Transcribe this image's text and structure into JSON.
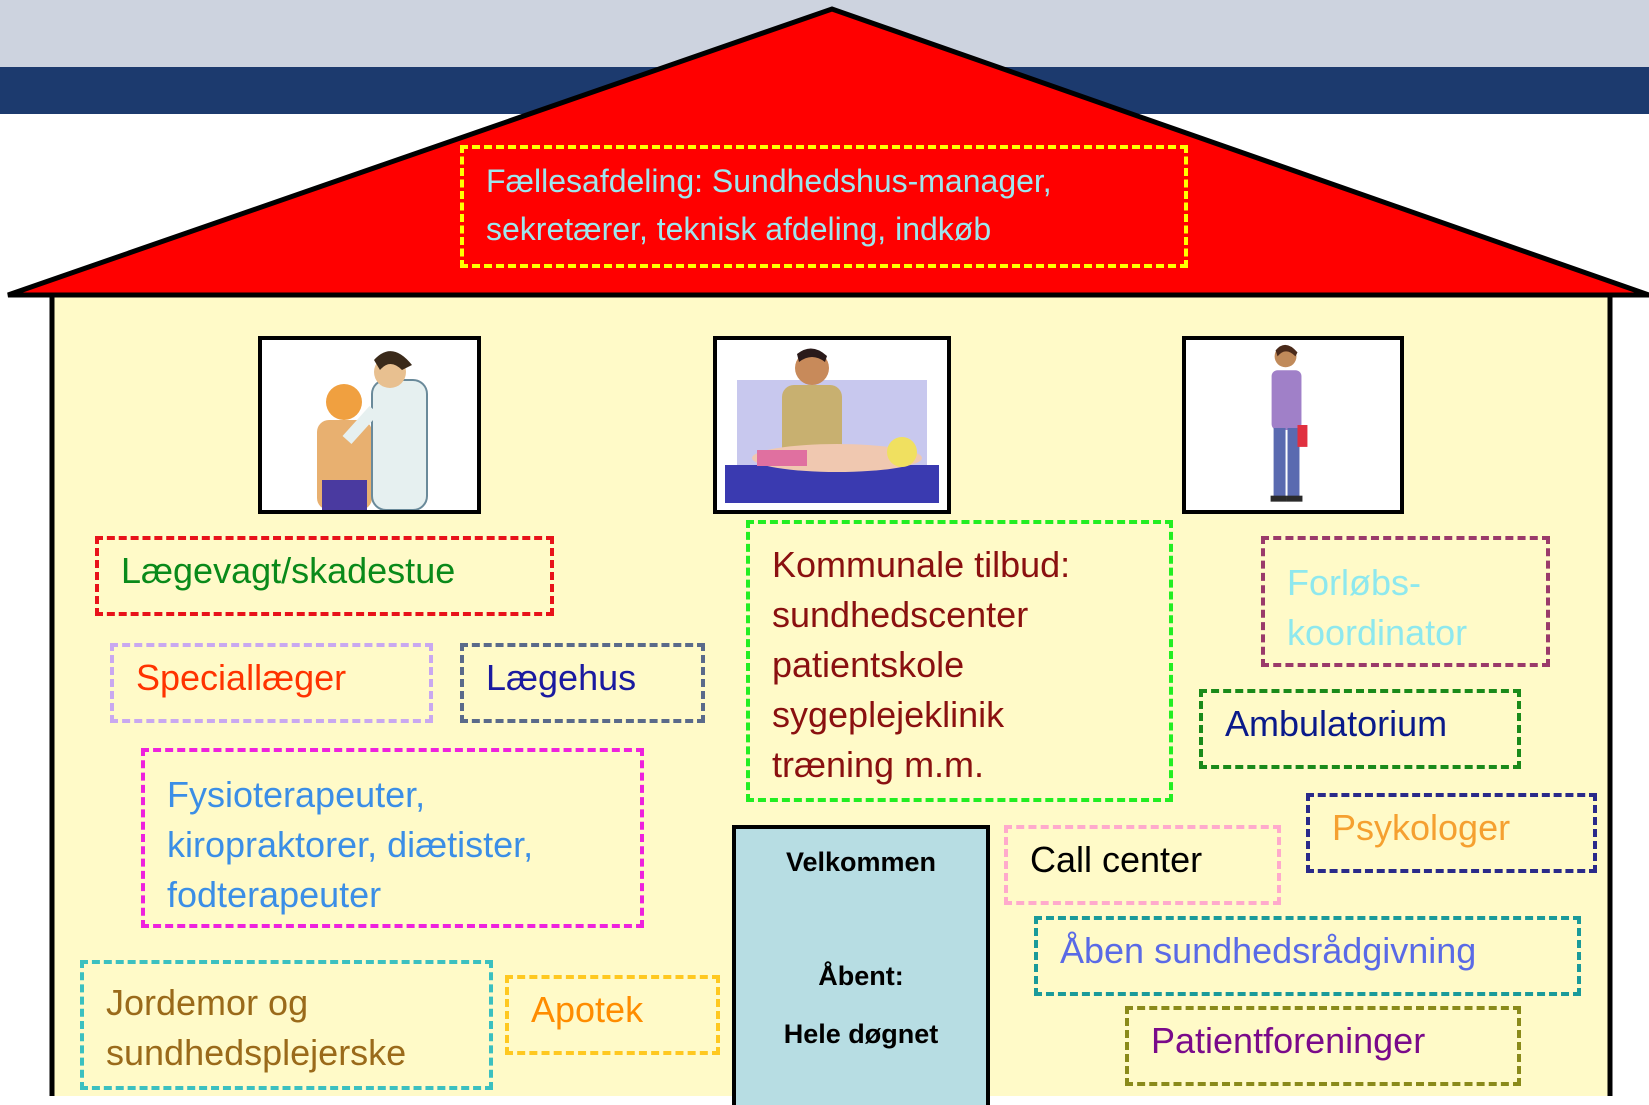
{
  "roof_box": {
    "text": "Fællesafdeling: Sundhedshus-manager,\nsekretærer, teknisk afdeling, indkøb",
    "text_color": "#9ee6ee",
    "border_color": "#ffff00"
  },
  "pictures": [
    {
      "icon": "doctor-examining-patient-icon"
    },
    {
      "icon": "massage-therapist-icon"
    },
    {
      "icon": "standing-woman-icon"
    }
  ],
  "boxes": [
    {
      "id": "laegevagt",
      "text": "Lægevagt/skadestue",
      "text_color": "#0a8a1a",
      "border_color": "#e8121a"
    },
    {
      "id": "speciallaeger",
      "text": "Speciallæger",
      "text_color": "#ff3300",
      "border_color": "#c9a8f0"
    },
    {
      "id": "laegehus",
      "text": "Lægehus",
      "text_color": "#1a1aa0",
      "border_color": "#5a6a8a"
    },
    {
      "id": "fysioterapeuter",
      "text": "Fysioterapeuter,\nkiropraktorer, diætister,\nfodterapeuter",
      "text_color": "#3b8ee6",
      "border_color": "#ee22dd"
    },
    {
      "id": "jordemor",
      "text": "Jordemor og\nsundhedsplejerske",
      "text_color": "#9a6a1a",
      "border_color": "#3bc0c0"
    },
    {
      "id": "apotek",
      "text": "Apotek",
      "text_color": "#ff8c00",
      "border_color": "#ffc820"
    },
    {
      "id": "kommunale",
      "text": "Kommunale tilbud:\nsundhedscenter\npatientskole\nsygeplejeklinik\ntræning m.m.",
      "text_color": "#8a1010",
      "border_color": "#22ee22"
    },
    {
      "id": "forloebs",
      "text": "Forløbs-\nkoordinator",
      "text_color": "#8ee8ee",
      "border_color": "#9a3a6a"
    },
    {
      "id": "ambulatorium",
      "text": "Ambulatorium",
      "text_color": "#0a1a8a",
      "border_color": "#1a8a1a"
    },
    {
      "id": "psykologer",
      "text": "Psykologer",
      "text_color": "#f5a030",
      "border_color": "#2a2a8a"
    },
    {
      "id": "callcenter",
      "text": "Call center",
      "text_color": "#000000",
      "border_color": "#ffaacc"
    },
    {
      "id": "aaben",
      "text": "Åben sundhedsrådgivning",
      "text_color": "#5a6ae6",
      "border_color": "#1a9a9a"
    },
    {
      "id": "patientforeninger",
      "text": "Patientforeninger",
      "text_color": "#7a0a8a",
      "border_color": "#8a8a1a"
    }
  ],
  "door": {
    "welcome": "Velkommen",
    "open_label": "Åbent:",
    "open_hours": "Hele døgnet"
  },
  "colors": {
    "roof": "#ff0000",
    "wall": "#fffac8",
    "outline": "#000000",
    "band_light": "#cdd3df",
    "band_navy": "#1c3a6e",
    "door": "#b7dde3"
  }
}
